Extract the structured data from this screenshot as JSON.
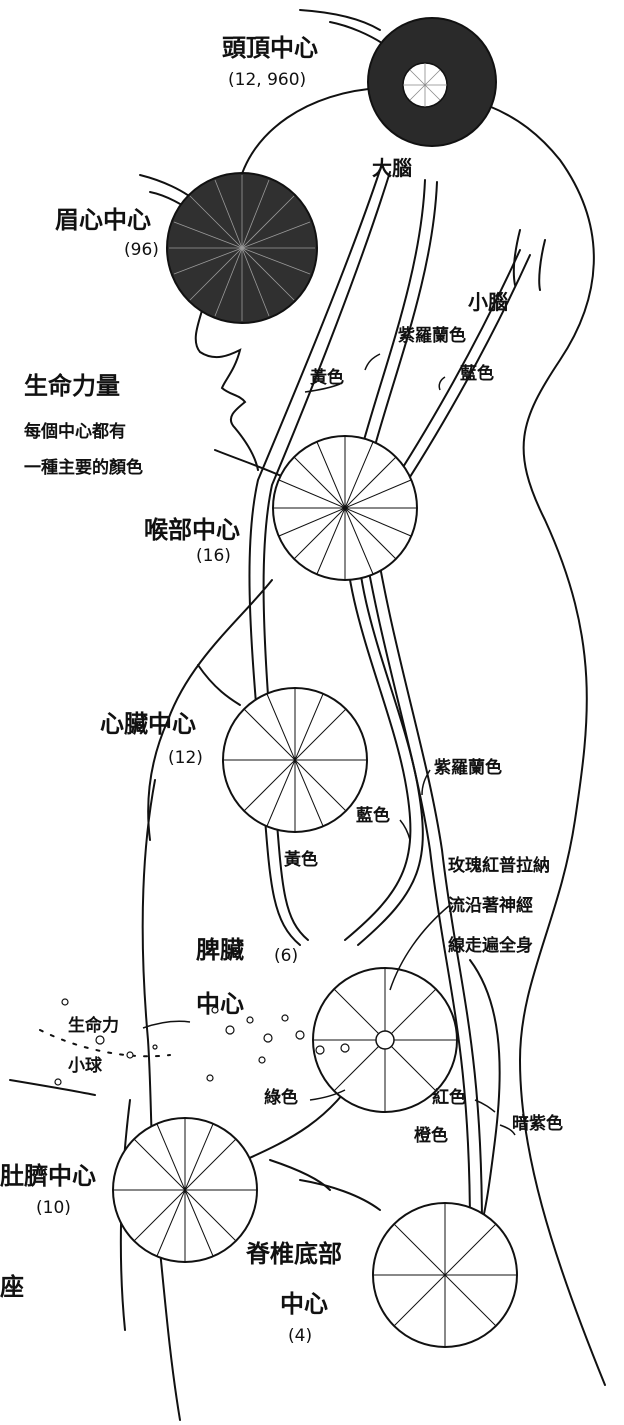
{
  "labels": {
    "crown": "頭頂中心",
    "crown_num": "(12, 960)",
    "cerebrum": "大腦",
    "brow": "眉心中心",
    "brow_num": "(96)",
    "cerebellum": "小腦",
    "violet_top": "紫羅蘭色",
    "yellow_top": "黃色",
    "blue_top": "藍色",
    "vital_force": "生命力量",
    "note_line1": "每個中心都有",
    "note_line2": "一種主要的顏色",
    "throat": "喉部中心",
    "throat_num": "(16)",
    "heart": "心臟中心",
    "heart_num": "(12)",
    "violet_mid": "紫羅蘭色",
    "blue_mid": "藍色",
    "yellow_mid": "黃色",
    "prana_line1": "玫瑰紅普拉納",
    "prana_line2": "流沿著神經",
    "prana_line3": "線走遍全身",
    "spleen_line1": "脾臟",
    "spleen_num": "(6)",
    "spleen_line2": "中心",
    "globule_line1": "生命力",
    "globule_line2": "小球",
    "green": "綠色",
    "red": "紅色",
    "orange": "橙色",
    "dark_purple": "暗紫色",
    "navel": "肚臍中心",
    "navel_num": "(10)",
    "seat": "座",
    "base_line1": "脊椎底部",
    "base_line2": "中心",
    "base_num": "(4)"
  }
}
